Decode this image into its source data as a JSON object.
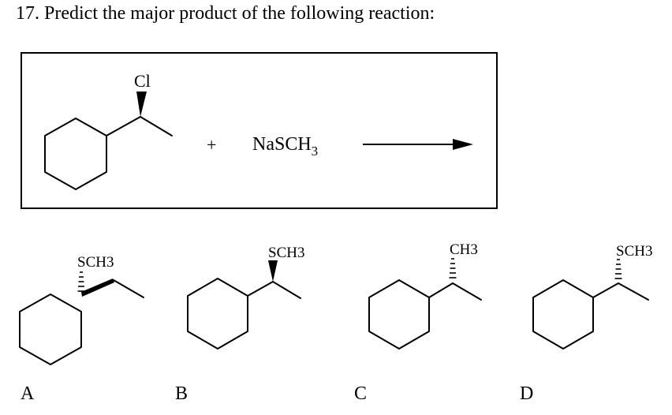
{
  "question": {
    "number": "17.",
    "text": "Predict the major product of the following reaction:"
  },
  "reaction": {
    "substituent": "Cl",
    "plus": "+",
    "reagent_prefix": "NaSCH",
    "reagent_subscript": "3"
  },
  "choices": [
    {
      "letter": "A",
      "group": "SCH3"
    },
    {
      "letter": "B",
      "group": "SCH3"
    },
    {
      "letter": "C",
      "group": "CH3"
    },
    {
      "letter": "D",
      "group": "SCH3"
    }
  ]
}
